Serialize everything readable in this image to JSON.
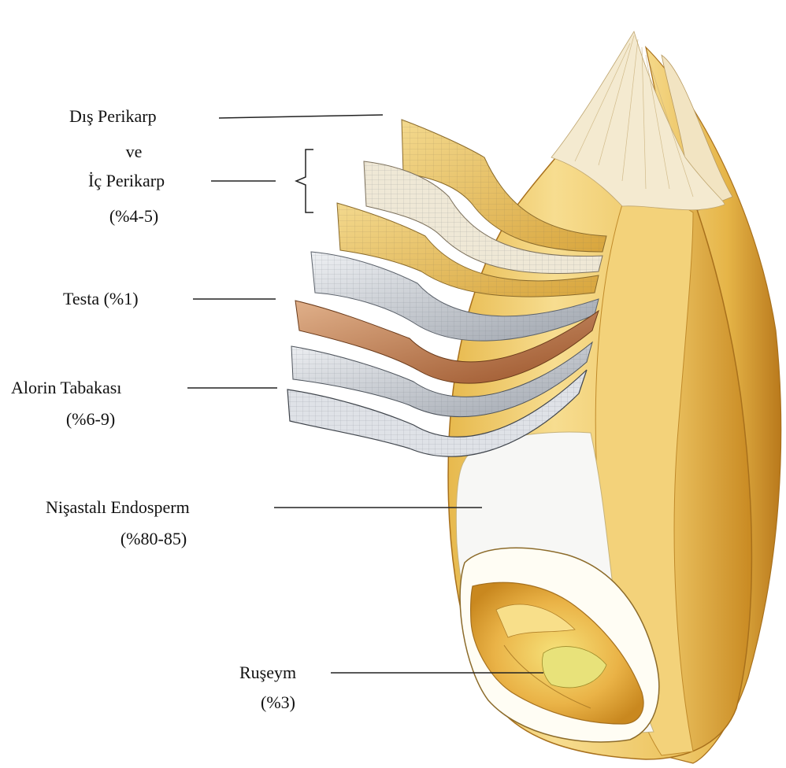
{
  "labels": {
    "outer_pericarp": "Dış Perikarp",
    "and_word": "ve",
    "inner_pericarp": "İç Perikarp",
    "pericarp_pct": "(%4-5)",
    "testa": "Testa (%1)",
    "aleurone": "Alorin Tabakası",
    "aleurone_pct": "(%6-9)",
    "endosperm": "Nişastalı Endosperm",
    "endosperm_pct": "(%80-85)",
    "germ": "Ruşeym",
    "germ_pct": "(%3)"
  },
  "colors": {
    "grain_light": "#f6dc8e",
    "grain_mid": "#e9bd55",
    "grain_dark": "#c98a22",
    "testa_brown": "#b06a3e",
    "layer_gray": "#c9cdd4",
    "line": "#222222"
  }
}
